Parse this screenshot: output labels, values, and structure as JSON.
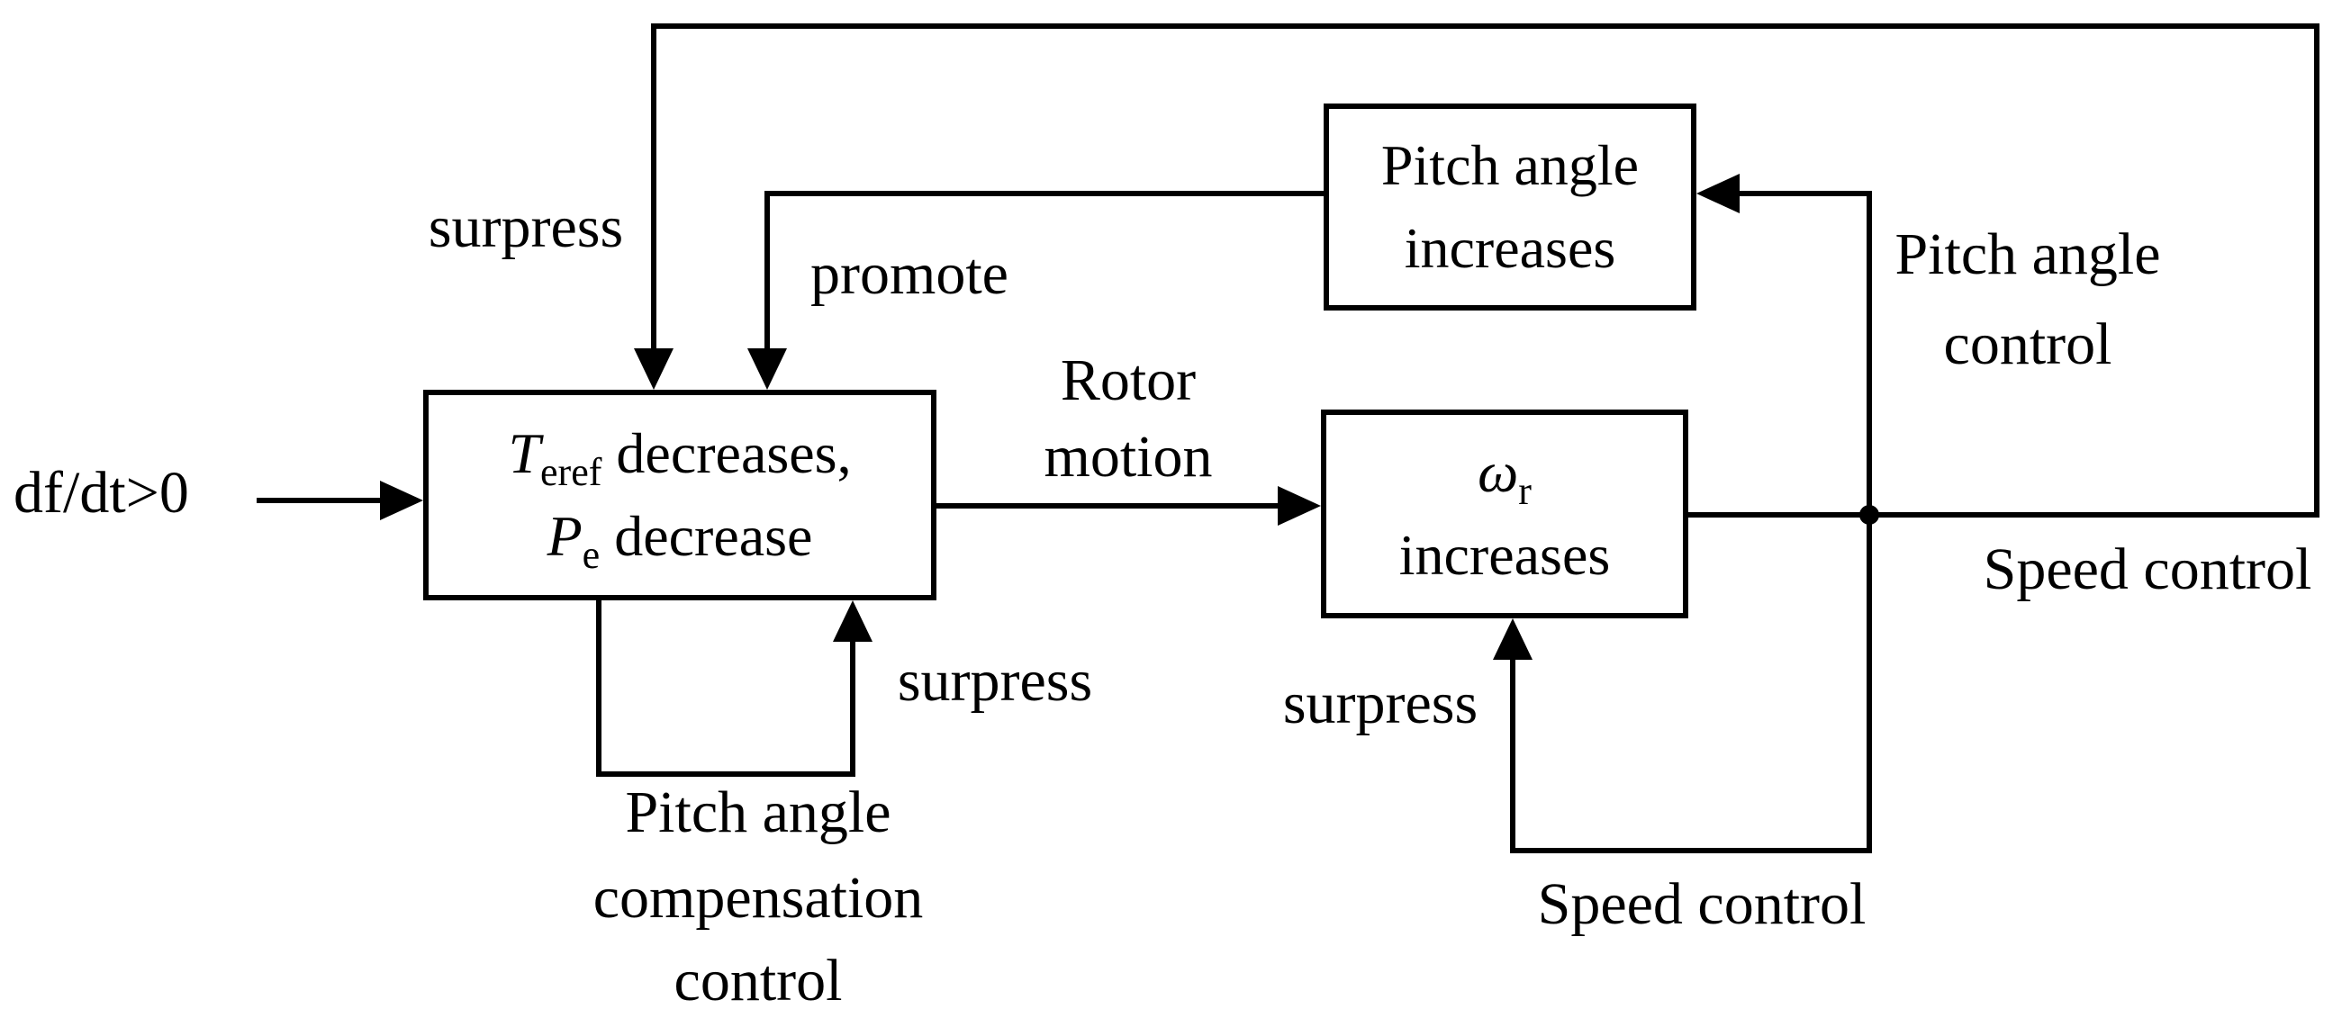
{
  "labels": {
    "input_condition": "df/dt>0",
    "surpress_top": "surpress",
    "promote": "promote",
    "rotor_motion_line1": "Rotor",
    "rotor_motion_line2": "motion",
    "pitch_angle_control_line1": "Pitch angle",
    "pitch_angle_control_line2": "control",
    "speed_control_right": "Speed control",
    "speed_control_bottom": "Speed control",
    "surpress_bottom_left": "surpress",
    "surpress_bottom_right": "surpress",
    "compensation_line1": "Pitch angle",
    "compensation_line2": "compensation",
    "compensation_line3": "control"
  },
  "boxes": {
    "teref": {
      "var1": "T",
      "sub1": "eref",
      "rest1": " decreases,",
      "var2": "P",
      "sub2": "e",
      "rest2": " decrease"
    },
    "omega": {
      "var1": "ω",
      "sub1": "r",
      "line2": "increases"
    },
    "pitch": {
      "line1": "Pitch angle",
      "line2": "increases"
    }
  },
  "colors": {
    "line": "#000000",
    "background": "#ffffff"
  }
}
